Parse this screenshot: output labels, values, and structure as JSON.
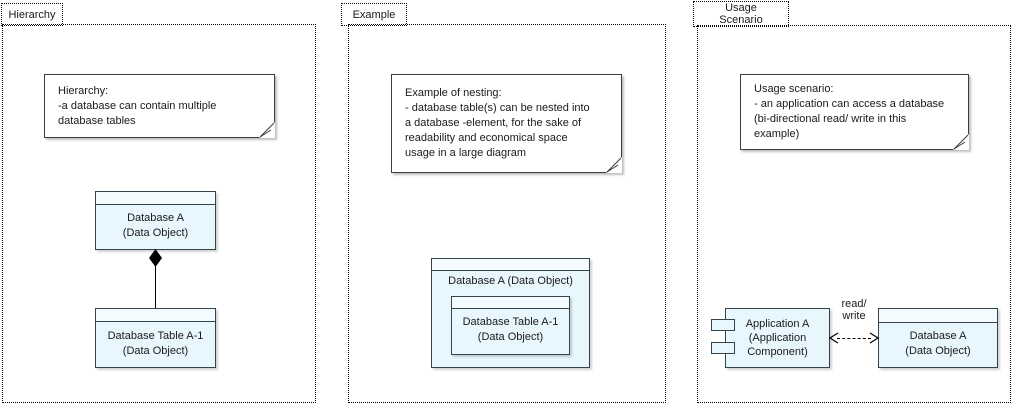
{
  "colors": {
    "shape_fill": "#e8f7fd",
    "shape_band_fill": "#f3fbfe",
    "shape_border": "#33444d",
    "note_fill": "#ffffff",
    "note_border": "#3d3d3d",
    "group_border": "#000000",
    "connector": "#000000"
  },
  "groups": {
    "hierarchy": {
      "label": "Hierarchy",
      "note": "Hierarchy:\n-a database can contain multiple\ndatabase tables",
      "database_a": "Database A\n(Data Object)",
      "database_table_a1": "Database Table A-1\n(Data Object)"
    },
    "example": {
      "label": "Example",
      "note": "Example of nesting:\n- database table(s) can be nested into\na database -element, for the sake of\nreadability and economical space\nusage in a large diagram",
      "database_a": "Database A (Data Object)",
      "database_table_a1": "Database Table A-1\n(Data Object)"
    },
    "usage_scenario": {
      "label": "Usage Scenario",
      "note": "Usage scenario:\n- an application can access a database\n(bi-directional read/ write in this\nexample)",
      "application_a": "Application A\n(Application\nComponent)",
      "database_a": "Database A\n(Data Object)",
      "arrow_label": "read/\nwrite"
    }
  }
}
